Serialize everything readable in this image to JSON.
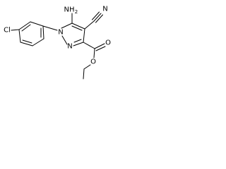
{
  "molecule": {
    "atom_labels": {
      "chlorine": "Cl",
      "n1": "N",
      "n2": "N",
      "amine": "NH",
      "amine_sub": "2",
      "nitrile_n": "N",
      "ester_o_carbonyl": "O",
      "ester_o_ether": "O"
    },
    "colors": {
      "bond": "#000000",
      "label": "#000000",
      "background": "#ffffff"
    }
  }
}
